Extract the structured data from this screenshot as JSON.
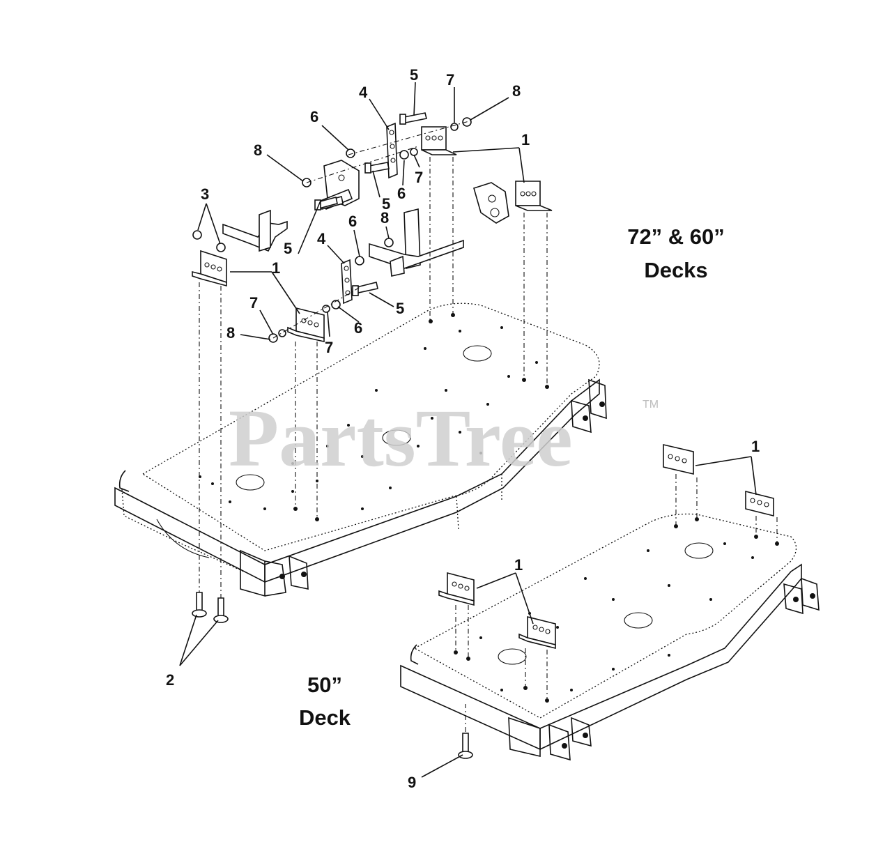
{
  "watermark": {
    "text": "PartsTree",
    "trademark": "TM"
  },
  "labels": {
    "deck_large_line1": "72” & 60”",
    "deck_large_line2": "Decks",
    "deck_small_line1": "50”",
    "deck_small_line2": "Deck"
  },
  "callouts": {
    "c1a": "1",
    "c1b": "1",
    "c1c": "1",
    "c1d": "1",
    "c2": "2",
    "c3": "3",
    "c4a": "4",
    "c4b": "4",
    "c5a": "5",
    "c5b": "5",
    "c5c": "5",
    "c5d": "5",
    "c6a": "6",
    "c6b": "6",
    "c6c": "6",
    "c6d": "6",
    "c7a": "7",
    "c7b": "7",
    "c7c": "7",
    "c7d": "7",
    "c8a": "8",
    "c8b": "8",
    "c8c": "8",
    "c8d": "8",
    "c9": "9"
  }
}
